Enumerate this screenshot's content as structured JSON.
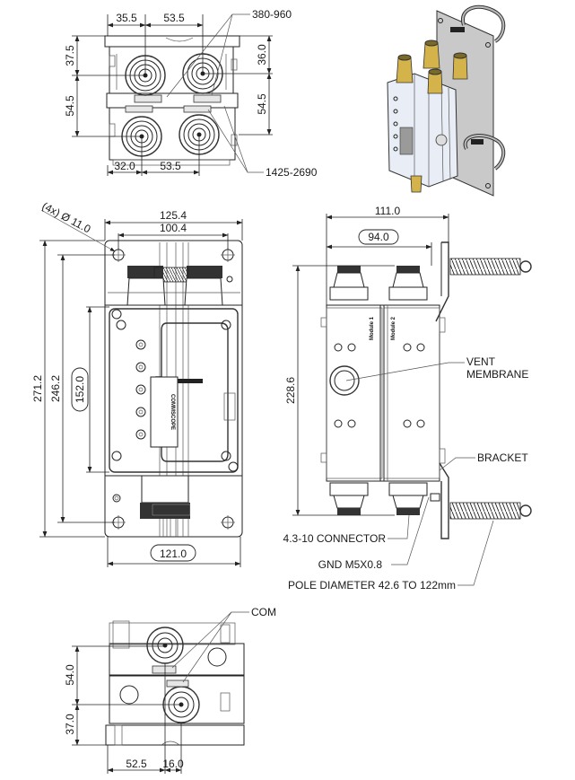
{
  "top_view": {
    "dims": {
      "horiz_top_left": "35.5",
      "horiz_top_right": "53.5",
      "horiz_bottom_left": "32.0",
      "horiz_bottom_right": "53.5",
      "vert_left_top": "37.5",
      "vert_left_bottom": "54.5",
      "vert_right_top": "36.0",
      "vert_right_bottom": "54.5"
    },
    "callouts": {
      "low_band": "380-960",
      "high_band": "1425-2690"
    }
  },
  "iso_view": {
    "description": "Isometric view of pole-mounted unit with four connectors and bracket"
  },
  "front_view": {
    "hole_callout": "(4x) Ø 11.0",
    "dims": {
      "overall_width": "125.4",
      "hole_spacing": "100.4",
      "overall_height": "271.2",
      "hole_height": "246.2",
      "body_height": "152.0",
      "base_width": "121.0"
    },
    "brand_label": "COMMSCOPE"
  },
  "side_view": {
    "dims": {
      "overall_depth": "111.0",
      "body_depth": "94.0",
      "height": "228.6"
    },
    "module_labels": [
      "Module 1",
      "Module 2"
    ],
    "callouts": {
      "vent": [
        "VENT",
        "MEMBRANE"
      ],
      "bracket": "BRACKET",
      "connector": "4.3-10 CONNECTOR",
      "ground": "GND M5X0.8",
      "pole": "POLE DIAMETER 42.6 TO 122mm"
    }
  },
  "bottom_view": {
    "callouts": {
      "com": "COM"
    },
    "dims": {
      "vert_top": "54.0",
      "vert_bottom": "37.0",
      "horiz_left": "52.5",
      "horiz_right": "16.0"
    }
  }
}
